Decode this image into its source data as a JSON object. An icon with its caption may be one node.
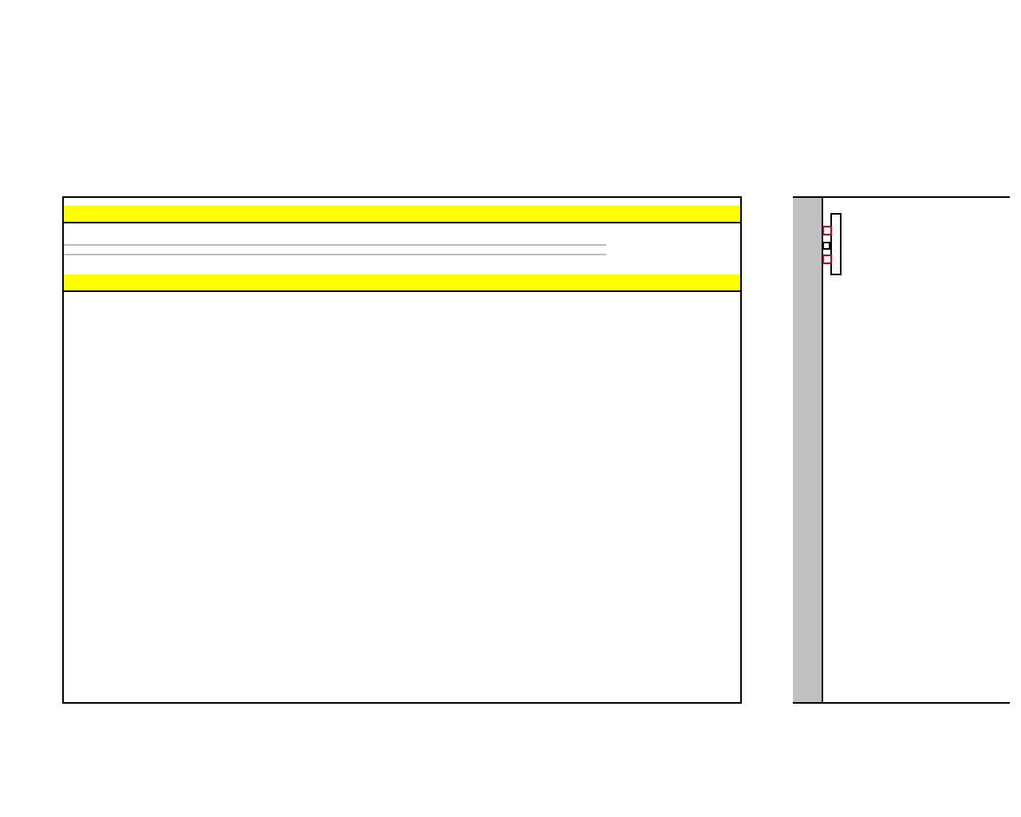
{
  "diagram": {
    "nodes": [
      {
        "text": [],
        "shape": "box"
      },
      {
        "text": [],
        "shape": "bar",
        "in": 0
      },
      {
        "text": [],
        "shape": "bar",
        "in": 0
      },
      {
        "text": [],
        "shape": "box"
      }
    ]
  }
}
